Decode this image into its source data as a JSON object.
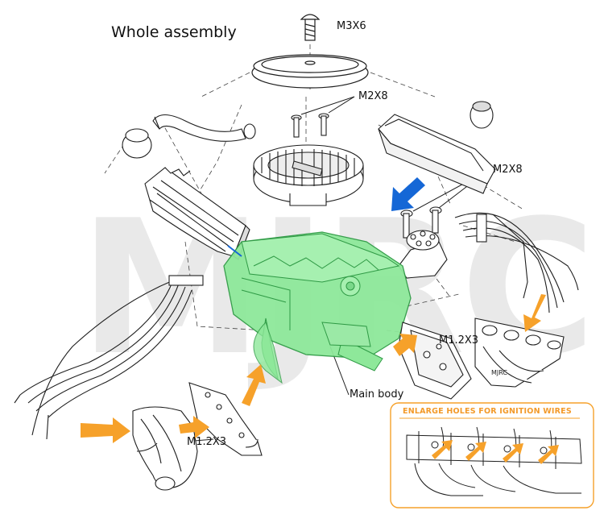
{
  "title": "Whole assembly",
  "watermark": "MJRC",
  "labels": {
    "screw_top": "M3X6",
    "screws_left": "M2X8",
    "screws_right": "M2X8",
    "screws_exhaust": "M1.2X3",
    "screws_intake": "M1.2X3",
    "main_body": "Main body"
  },
  "inset": {
    "caption": "ENLARGE HOLES FOR IGNITION WIRES"
  },
  "colors": {
    "line": "#1e1e1e",
    "main_body_fill": "#8ee89a",
    "main_body_stroke": "#2f9a45",
    "arrow_orange": "#f6a12a",
    "arrow_blue": "#1567d6",
    "inset_border": "#f6a12a",
    "watermark": "#d8d8d8"
  }
}
